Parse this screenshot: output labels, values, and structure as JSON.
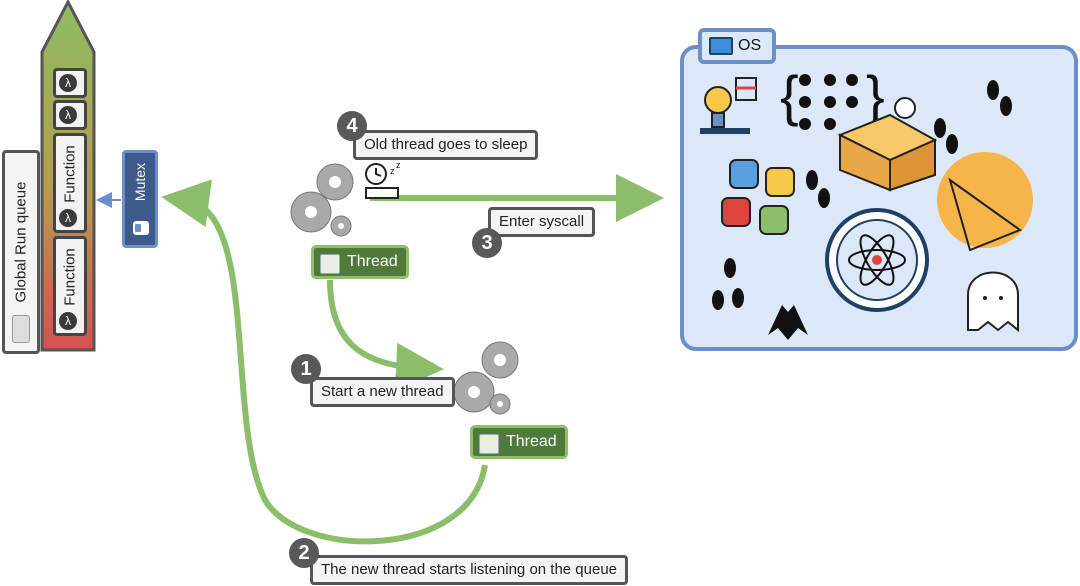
{
  "queue": {
    "label": "Global Run queue",
    "items": [
      "Function",
      "Function"
    ],
    "item_icon": "lambda-icon"
  },
  "mutex": {
    "label": "Mutex",
    "icon": "lock-icon"
  },
  "os": {
    "label": "OS",
    "icon": "monitor-icon",
    "accent": "#6b8fc7",
    "fill": "#dce8f7"
  },
  "threads": [
    {
      "label": "Thread"
    },
    {
      "label": "Thread"
    }
  ],
  "steps": [
    {
      "number": "1",
      "text": "Start a new thread"
    },
    {
      "number": "2",
      "text": "The new thread starts listening on the queue"
    },
    {
      "number": "3",
      "text": "Enter syscall"
    },
    {
      "number": "4",
      "text": "Old thread goes to sleep"
    }
  ],
  "colors": {
    "arrow_green": "#8bbd6b",
    "thread_fill": "#4f7a3a",
    "badge": "#595959",
    "mutex": "#3d5a8a"
  }
}
